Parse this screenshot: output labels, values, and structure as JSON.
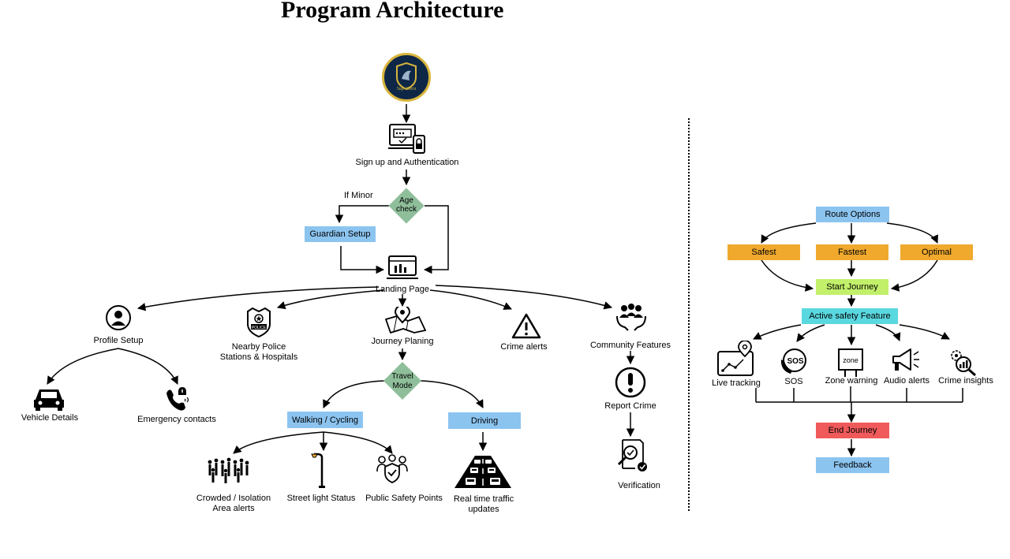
{
  "title": "Program Architecture",
  "logo": {
    "text": "Safe Yatra"
  },
  "left_flow": {
    "signup": "Sign up and Authentication",
    "if_minor": "If Minor",
    "age_check": [
      "Age",
      "check"
    ],
    "guardian_setup": "Guardian Setup",
    "landing_page": "Landing Page",
    "profile_setup": "Profile Setup",
    "vehicle_details": "Vehicle Details",
    "emergency_contacts": "Emergency contacts",
    "nearby_police": [
      "Nearby Police",
      "Stations & Hospitals"
    ],
    "journey_planning": "Journey Planing",
    "crime_alerts": "Crime alerts",
    "community_features": "Community Features",
    "report_crime": "Report Crime",
    "verification": "Verification",
    "travel_mode": [
      "Travel",
      "Mode"
    ],
    "walking_cycling": "Walking / Cycling",
    "driving": "Driving",
    "crowded": [
      "Crowded / Isolation",
      "Area alerts"
    ],
    "street_light": "Street light Status",
    "public_safety": "Public Safety Points",
    "realtime_traffic": [
      "Real time traffic",
      "updates"
    ]
  },
  "right_flow": {
    "route_options": "Route Options",
    "safest": "Safest",
    "fastest": "Fastest",
    "optimal": "Optimal",
    "start_journey": "Start Journey",
    "active_safety": "Active safety Feature",
    "live_tracking": "Live tracking",
    "sos": "SOS",
    "zone_warning": "Zone warning",
    "zone_tag": "zone",
    "audio_alerts": "Audio alerts",
    "crime_insights": "Crime insights",
    "end_journey": "End Journey",
    "feedback": "Feedback"
  },
  "colors": {
    "blue_box": "#8cc4f0",
    "orange_box": "#f0a92d",
    "green_box": "#c2f06a",
    "cyan_box": "#5ad8df",
    "red_box": "#f05a5a",
    "diamond": "#8fbf9a",
    "logo_navy": "#0e2747",
    "logo_gold": "#d8b53c"
  }
}
